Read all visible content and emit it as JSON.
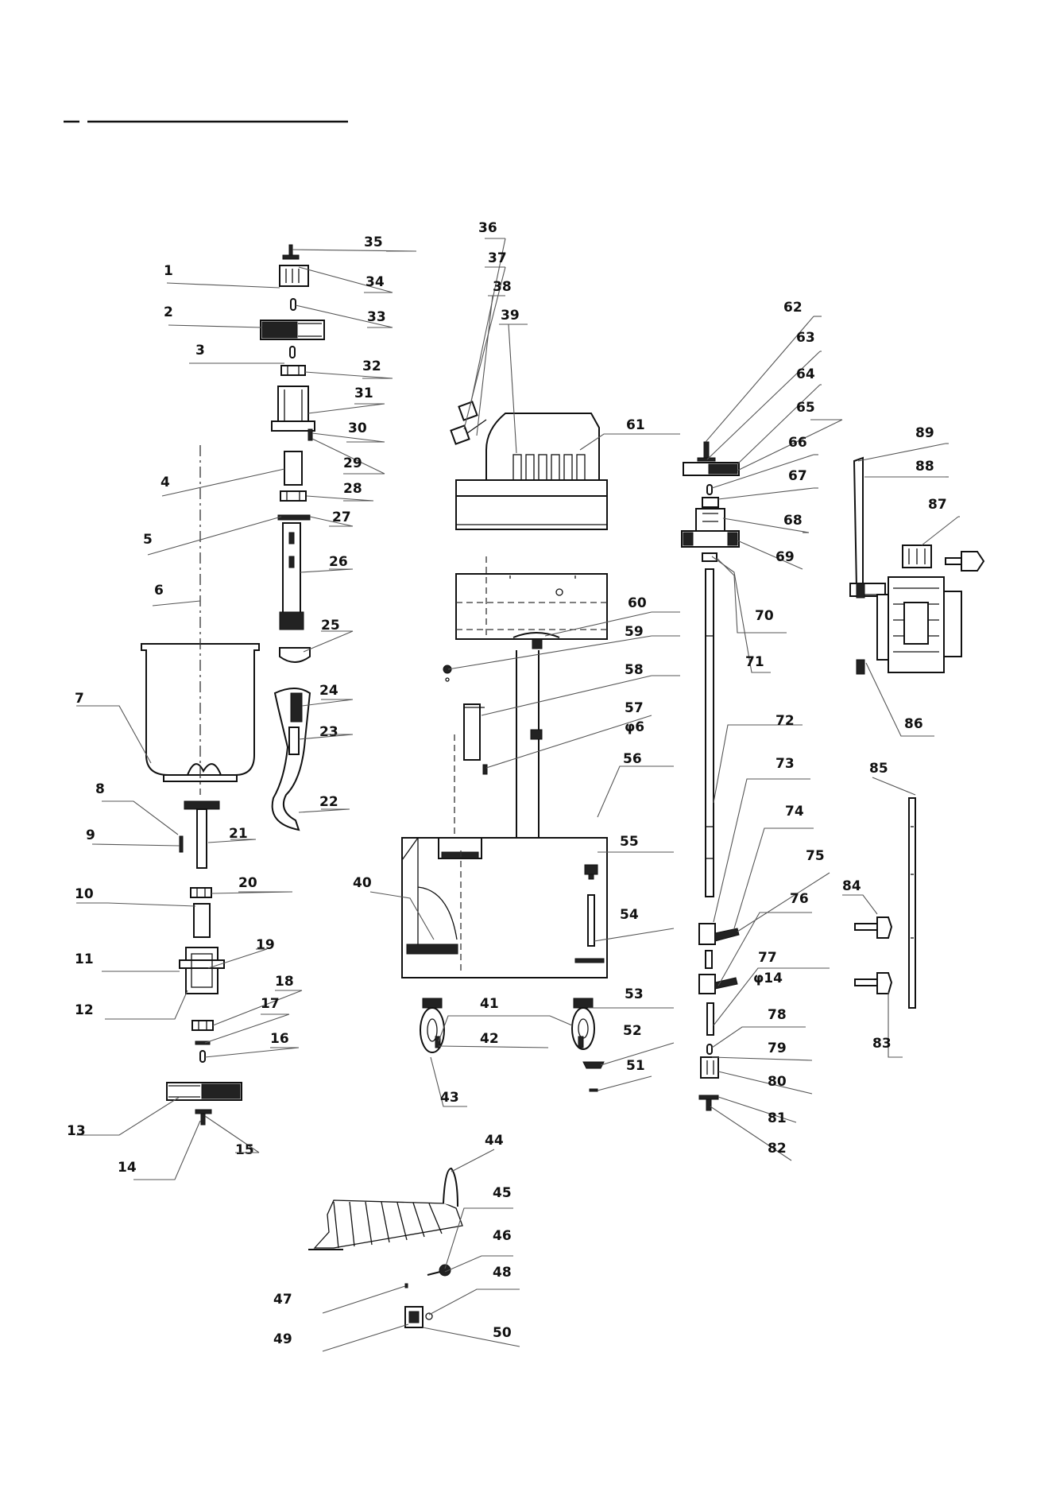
{
  "heading_text": "",
  "colors": {
    "ink": "#111111",
    "leader": "#555555",
    "paper": "#ffffff"
  },
  "callouts": {
    "c1": "1",
    "c2": "2",
    "c3": "3",
    "c4": "4",
    "c5": "5",
    "c6": "6",
    "c7": "7",
    "c8": "8",
    "c9": "9",
    "c10": "10",
    "c11": "11",
    "c12": "12",
    "c13": "13",
    "c14": "14",
    "c15": "15",
    "c16": "16",
    "c17": "17",
    "c18": "18",
    "c19": "19",
    "c20": "20",
    "c21": "21",
    "c22": "22",
    "c23": "23",
    "c24": "24",
    "c25": "25",
    "c26": "26",
    "c27": "27",
    "c28": "28",
    "c29": "29",
    "c30": "30",
    "c31": "31",
    "c32": "32",
    "c33": "33",
    "c34": "34",
    "c35": "35",
    "c36": "36",
    "c37": "37",
    "c38": "38",
    "c39": "39",
    "c40": "40",
    "c41": "41",
    "c42": "42",
    "c43": "43",
    "c44": "44",
    "c45": "45",
    "c46": "46",
    "c47": "47",
    "c48": "48",
    "c49": "49",
    "c50": "50",
    "c51": "51",
    "c52": "52",
    "c53": "53",
    "c54": "54",
    "c55": "55",
    "c56": "56",
    "c57": "57",
    "c58": "58",
    "c59": "59",
    "c60": "60",
    "c61": "61",
    "c62": "62",
    "c63": "63",
    "c64": "64",
    "c65": "65",
    "c66": "66",
    "c67": "67",
    "c68": "68",
    "c69": "69",
    "c70": "70",
    "c71": "71",
    "c72": "72",
    "c73": "73",
    "c74": "74",
    "c75": "75",
    "c76": "76",
    "c77": "77",
    "c78": "78",
    "c79": "79",
    "c80": "80",
    "c81": "81",
    "c82": "82",
    "c83": "83",
    "c84": "84",
    "c85": "85",
    "c86": "86",
    "c87": "87",
    "c88": "88",
    "c89": "89"
  },
  "dimension_notes": {
    "phi6": "φ6",
    "phi14": "φ14"
  }
}
